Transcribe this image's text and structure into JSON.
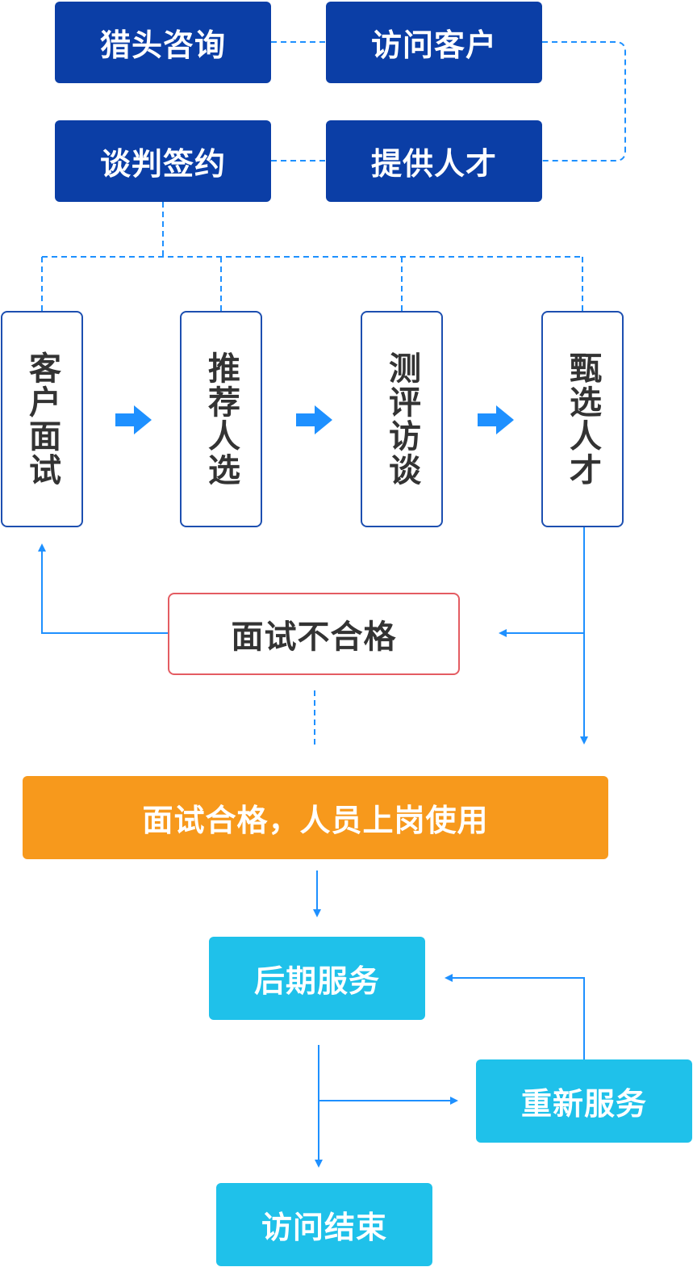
{
  "top": {
    "headhunter_consult": "猎头咨询",
    "visit_client": "访问客户",
    "negotiate_sign": "谈判签约",
    "provide_talent": "提供人才"
  },
  "steps": {
    "client_interview": "客户面试",
    "recommend_candidates": "推荐人选",
    "assessment_interview": "测评访谈",
    "screen_talent": "甄选人才"
  },
  "results": {
    "interview_failed": "面试不合格",
    "interview_passed": "面试合格，人员上岗使用"
  },
  "service": {
    "after_service": "后期服务",
    "re_service": "重新服务",
    "visit_end": "访问结束"
  },
  "colors": {
    "navy": "#0b3ea6",
    "blue_line": "#1e90ff",
    "orange": "#f7991c",
    "cyan": "#1fc1ea",
    "red_border": "#e45c62"
  }
}
